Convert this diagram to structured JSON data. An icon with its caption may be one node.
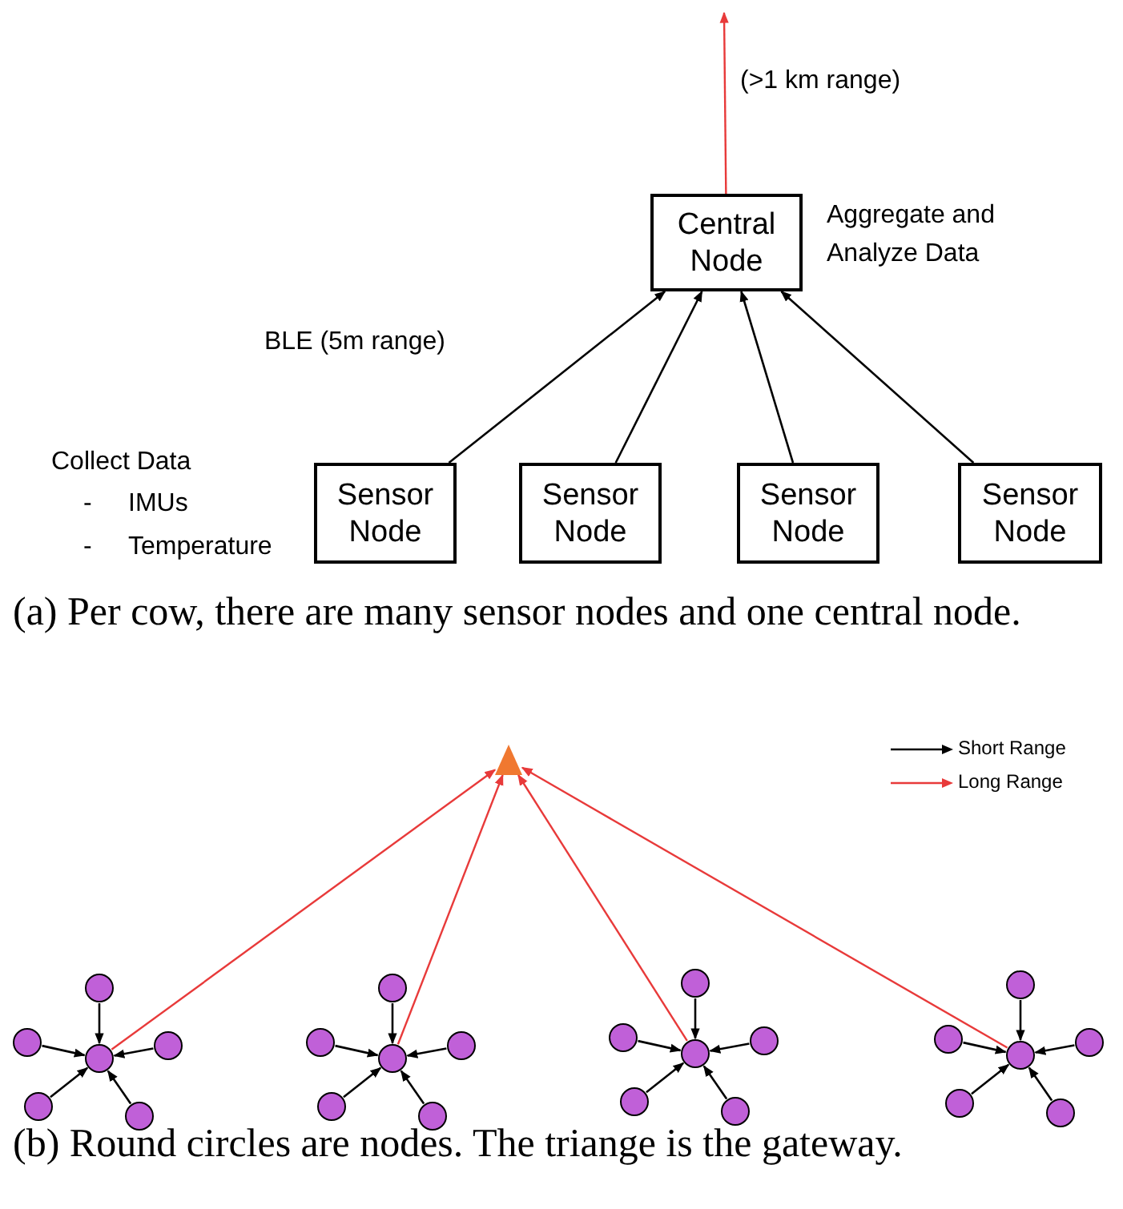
{
  "diagram": {
    "nodes": [
      {
        "text": [
          "Central Node"
        ],
        "beside": [
          "Aggregate and Analyze Data"
        ]
      },
      {
        "text": [
          "Sensor Node"
        ]
      },
      {
        "text": [
          "Sensor Node"
        ]
      },
      {
        "text": [
          "Sensor Node"
        ]
      },
      {
        "text": [
          "Sensor Node"
        ]
      },
      {
        "text": [],
        "shape": "triangle"
      },
      {
        "text": [],
        "shape": "circle"
      },
      {
        "text": [],
        "shape": "circle"
      },
      {
        "text": [],
        "shape": "circle"
      },
      {
        "text": [],
        "shape": "circle"
      },
      {
        "text": [],
        "shape": "circle"
      },
      {
        "text": [],
        "shape": "circle"
      },
      {
        "text": [],
        "shape": "circle"
      },
      {
        "text": [],
        "shape": "circle"
      },
      {
        "text": [],
        "shape": "circle"
      },
      {
        "text": [],
        "shape": "circle"
      },
      {
        "text": [],
        "shape": "circle"
      },
      {
        "text": [],
        "shape": "circle"
      },
      {
        "text": [],
        "shape": "circle"
      },
      {
        "text": [],
        "shape": "circle"
      },
      {
        "text": [],
        "shape": "circle"
      },
      {
        "text": [],
        "shape": "circle"
      },
      {
        "text": [],
        "shape": "circle"
      },
      {
        "text": [],
        "shape": "circle"
      },
      {
        "text": [],
        "shape": "circle"
      },
      {
        "text": [],
        "shape": "circle"
      },
      {
        "text": [],
        "shape": "circle"
      },
      {
        "text": [],
        "shape": "circle"
      },
      {
        "text": [],
        "shape": "circle"
      },
      {
        "text": [],
        "shape": "circle"
      }
    ],
    "edges": [
      {
        "from": 1,
        "to": 0,
        "arrow": "to"
      },
      {
        "from": 2,
        "to": 0,
        "arrow": "to"
      },
      {
        "from": 3,
        "to": 0,
        "arrow": "to"
      },
      {
        "from": 4,
        "to": 0,
        "arrow": "to"
      },
      {
        "from": 0,
        "to": null,
        "arrow": "to",
        "label": "(>1 km range)",
        "color": "#e83a3a"
      },
      {
        "from": 7,
        "to": 6,
        "arrow": "to"
      },
      {
        "from": 8,
        "to": 6,
        "arrow": "to"
      },
      {
        "from": 9,
        "to": 6,
        "arrow": "to"
      },
      {
        "from": 10,
        "to": 6,
        "arrow": "to"
      },
      {
        "from": 11,
        "to": 6,
        "arrow": "to"
      },
      {
        "from": 6,
        "to": 5,
        "arrow": "to",
        "color": "#e83a3a"
      },
      {
        "from": 13,
        "to": 12,
        "arrow": "to"
      },
      {
        "from": 14,
        "to": 12,
        "arrow": "to"
      },
      {
        "from": 15,
        "to": 12,
        "arrow": "to"
      },
      {
        "from": 16,
        "to": 12,
        "arrow": "to"
      },
      {
        "from": 17,
        "to": 12,
        "arrow": "to"
      },
      {
        "from": 12,
        "to": 5,
        "arrow": "to",
        "color": "#e83a3a"
      },
      {
        "from": 19,
        "to": 18,
        "arrow": "to"
      },
      {
        "from": 20,
        "to": 18,
        "arrow": "to"
      },
      {
        "from": 21,
        "to": 18,
        "arrow": "to"
      },
      {
        "from": 22,
        "to": 18,
        "arrow": "to"
      },
      {
        "from": 23,
        "to": 18,
        "arrow": "to"
      },
      {
        "from": 18,
        "to": 5,
        "arrow": "to",
        "color": "#e83a3a"
      },
      {
        "from": 25,
        "to": 24,
        "arrow": "to"
      },
      {
        "from": 26,
        "to": 24,
        "arrow": "to"
      },
      {
        "from": 27,
        "to": 24,
        "arrow": "to"
      },
      {
        "from": 28,
        "to": 24,
        "arrow": "to"
      },
      {
        "from": 29,
        "to": 24,
        "arrow": "to"
      },
      {
        "from": 24,
        "to": 5,
        "arrow": "to",
        "color": "#e83a3a"
      }
    ],
    "labels": [
      "BLE (5m range)",
      "Collect Data",
      "-",
      "IMUs",
      "-",
      "Temperature",
      "(a) Per cow, there are many sensor nodes and one central node.",
      "(b) Round circles are nodes. The triange is the gateway."
    ],
    "legend": [
      {
        "text": "Short Range"
      },
      {
        "text": "Long Range"
      }
    ]
  }
}
